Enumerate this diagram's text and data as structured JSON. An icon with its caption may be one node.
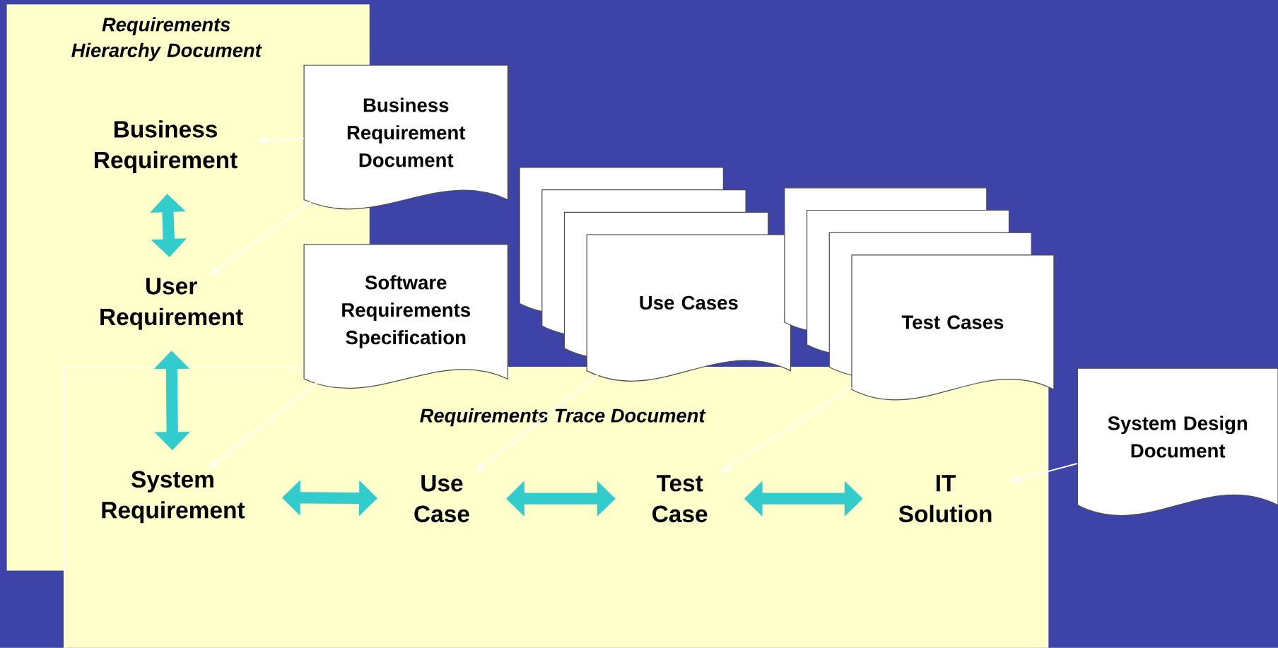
{
  "diagram": {
    "nodes": [
      {
        "text": [
          "Requirements Hierarchy Document"
        ]
      },
      {
        "text": [
          "Business Requirement"
        ],
        "in": 0
      },
      {
        "text": [
          "User Requirement"
        ],
        "in": 0
      },
      {
        "text": [
          "Requirements Trace Document"
        ]
      },
      {
        "text": [
          "System Requirement"
        ]
      },
      {
        "text": [
          "Use Case"
        ],
        "in": 3
      },
      {
        "text": [
          "Test Case"
        ],
        "in": 3
      },
      {
        "text": [
          "IT Solution"
        ],
        "in": 3
      },
      {
        "text": [
          "Business Requirement Document"
        ]
      },
      {
        "text": [
          "Software Requirements Specification"
        ]
      },
      {
        "text": [
          "Use Cases"
        ]
      },
      {
        "text": [
          "Test Cases"
        ]
      },
      {
        "text": [
          "System Design Document"
        ]
      }
    ],
    "edges": [
      {
        "from": 1,
        "to": 2,
        "arrow": "both",
        "style": "thick",
        "color": "#33cccc"
      },
      {
        "from": 2,
        "to": 4,
        "arrow": "both",
        "style": "thick",
        "color": "#33cccc"
      },
      {
        "from": 4,
        "to": 5,
        "arrow": "both",
        "style": "thick",
        "color": "#33cccc"
      },
      {
        "from": 5,
        "to": 6,
        "arrow": "both",
        "style": "thick",
        "color": "#33cccc"
      },
      {
        "from": 6,
        "to": 7,
        "arrow": "both",
        "style": "thick",
        "color": "#33cccc"
      },
      {
        "from": 8,
        "to": 1,
        "arrow": "to"
      },
      {
        "from": 8,
        "to": 2,
        "arrow": "to"
      },
      {
        "from": 9,
        "to": 4,
        "arrow": "to"
      },
      {
        "from": 10,
        "to": 5,
        "arrow": "to"
      },
      {
        "from": 11,
        "to": 6,
        "arrow": "to"
      },
      {
        "from": 12,
        "to": 7,
        "arrow": "to"
      }
    ]
  }
}
